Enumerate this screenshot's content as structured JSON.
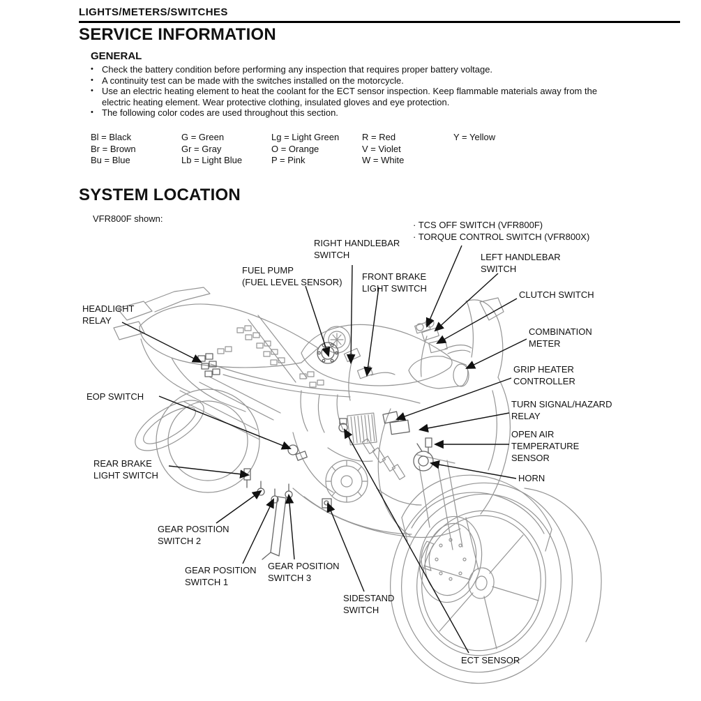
{
  "header": {
    "title": "LIGHTS/METERS/SWITCHES"
  },
  "service": {
    "title": "SERVICE INFORMATION",
    "general_title": "GENERAL",
    "bullet_char": "•",
    "bullets": [
      "Check the battery condition before performing any inspection that requires proper battery voltage.",
      "A continuity test can be made with the switches installed on the motorcycle.",
      "Use an electric heating element to heat the coolant for the ECT sensor inspection. Keep flammable materials away from the electric heating element. Wear protective clothing, insulated gloves and eye protection.",
      "The following color codes are used throughout this section."
    ],
    "color_codes": [
      [
        "Bl = Black",
        "Br = Brown",
        "Bu = Blue"
      ],
      [
        "G = Green",
        "Gr = Gray",
        "Lb = Light Blue"
      ],
      [
        "Lg = Light Green",
        "O = Orange",
        "P = Pink"
      ],
      [
        "R = Red",
        "V = Violet",
        "W = White"
      ],
      [
        "Y = Yellow"
      ]
    ]
  },
  "system": {
    "title": "SYSTEM LOCATION",
    "caption": "VFR800F shown:",
    "labels": {
      "tcs_torque": "· TCS OFF SWITCH (VFR800F)\n· TORQUE CONTROL SWITCH (VFR800X)",
      "right_handlebar": "RIGHT HANDLEBAR\nSWITCH",
      "fuel_pump": "FUEL PUMP\n(FUEL LEVEL SENSOR)",
      "front_brake": "FRONT BRAKE\nLIGHT SWITCH",
      "left_handlebar": "LEFT HANDLEBAR\nSWITCH",
      "clutch": "CLUTCH SWITCH",
      "combination_meter": "COMBINATION\nMETER",
      "grip_heater": "GRIP HEATER\nCONTROLLER",
      "turn_signal": "TURN SIGNAL/HAZARD\nRELAY",
      "open_air": "OPEN AIR\nTEMPERATURE\nSENSOR",
      "horn": "HORN",
      "headlight_relay": "HEADLIGHT\nRELAY",
      "eop": "EOP SWITCH",
      "rear_brake": "REAR BRAKE\nLIGHT SWITCH",
      "gp2": "GEAR POSITION\nSWITCH 2",
      "gp1": "GEAR POSITION\nSWITCH 1",
      "gp3": "GEAR POSITION\nSWITCH 3",
      "sidestand": "SIDESTAND\nSWITCH",
      "ect": "ECT SENSOR"
    }
  },
  "colors": {
    "background": "#ffffff",
    "text": "#111111",
    "leader_line": "#111111",
    "line_art": "#949494"
  }
}
